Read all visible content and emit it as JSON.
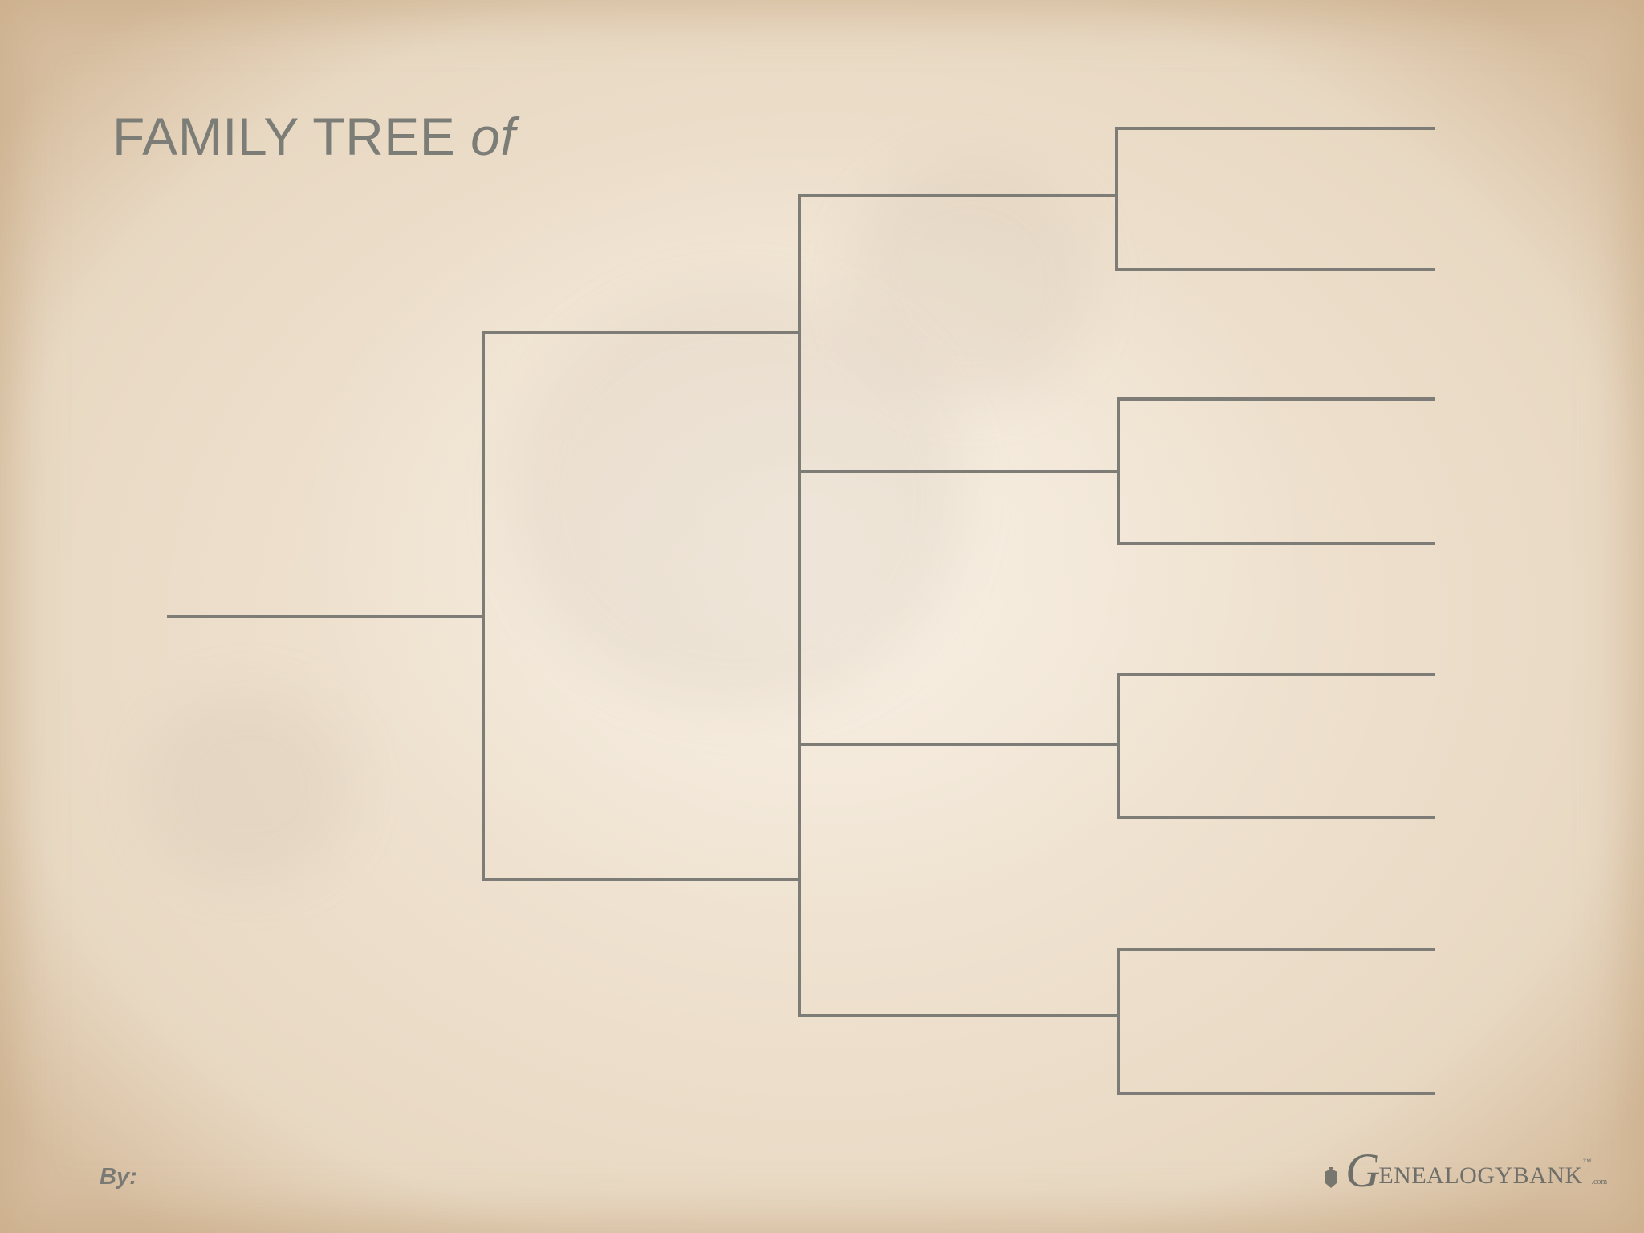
{
  "title": {
    "main": "FAMILY TREE",
    "suffix": "of"
  },
  "footer": {
    "by_label": "By:"
  },
  "logo": {
    "initial": "G",
    "rest": "ENEALOGYBANK",
    "trademark": "™",
    "domain": ".com",
    "mark_icon": "shield-crest-icon"
  },
  "colors": {
    "line": "#7e7c76",
    "title_text": "#7d7d78",
    "paper": "#efe4d4"
  },
  "tree": {
    "generations": 4,
    "empty_name_slots": 15
  }
}
